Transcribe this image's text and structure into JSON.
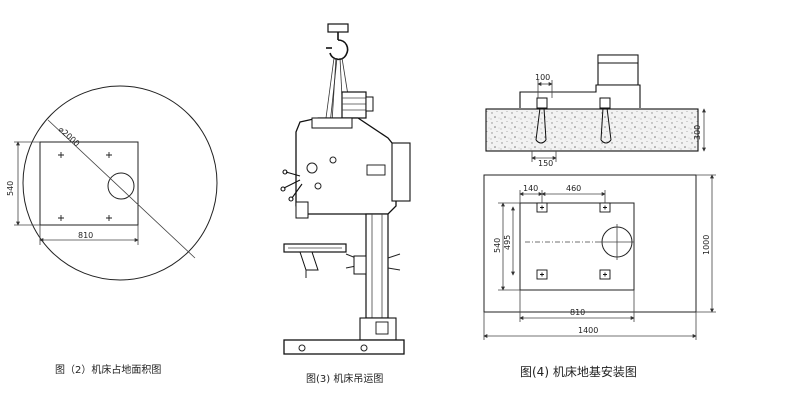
{
  "figure2": {
    "caption": "图（2）机床占地面积图",
    "diameter_label": "⌀2000",
    "width_label": "810",
    "height_label": "540"
  },
  "figure3": {
    "caption": "图(3) 机床吊运图"
  },
  "figure4": {
    "caption": "图(4) 机床地基安装图",
    "top_dim_label": "100",
    "depth_label": "300",
    "bolt_label": "150",
    "offset_label": "140",
    "span_label": "460",
    "outer_height_label": "540",
    "inner_height_label": "495",
    "base_width_label": "810",
    "total_width_label": "1400",
    "total_height_label": "1000"
  }
}
